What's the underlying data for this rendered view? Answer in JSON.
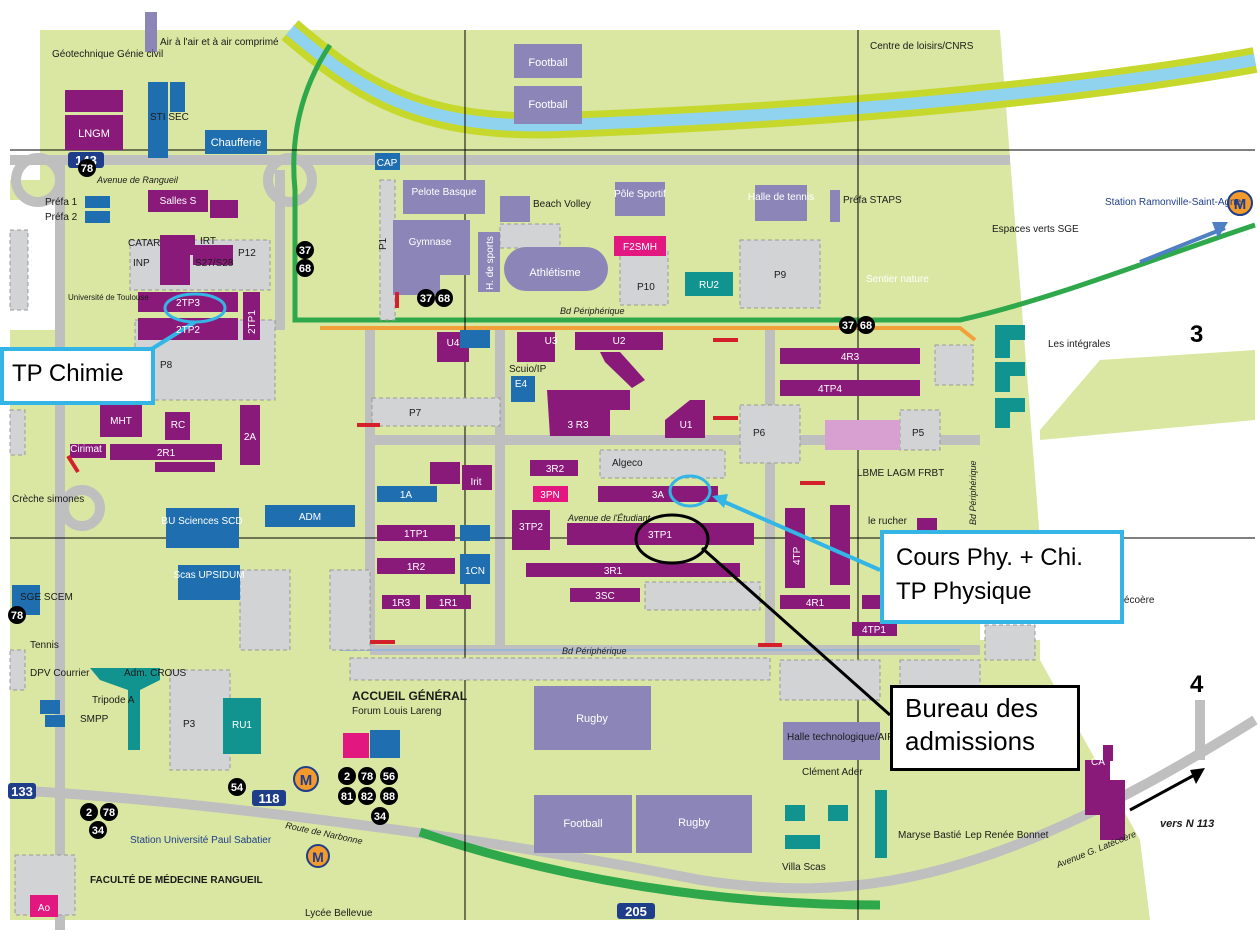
{
  "callouts": {
    "tp_chimie": "TP Chimie",
    "cours_line1": "Cours Phy. + Chi.",
    "cours_line2": "TP Physique",
    "bureau_line1": "Bureau des",
    "bureau_line2": "admissions"
  },
  "grid": {
    "row3": "3",
    "row4": "4"
  },
  "roads": {
    "avenue_rangueil": "Avenue de Rangueil",
    "bd_peripherique_top": "Bd Périphérique",
    "bd_peripherique_bottom": "Bd Périphérique",
    "bd_peripherique_side": "Bd Périphérique",
    "avenue_etudiant": "Avenue de l'Étudiant",
    "route_narbonne": "Route de Narbonne",
    "avenue_latecoere": "Avenue G. Latécoère",
    "vers_n113": "vers N 113",
    "rn_118": "118",
    "rn_205": "205",
    "rn_133": "133",
    "rn_143": "143"
  },
  "buildings": {
    "geotechnique": "Géotechnique Génie civil",
    "air_comprime": "Air à l'air et à air comprimé",
    "football1": "Football",
    "football2": "Football",
    "centre_loisirs": "Centre de loisirs/CNRS",
    "lngm": "LNGM",
    "sti_sec": "STI SEC",
    "chaufferie": "Chaufferie",
    "cap": "CAP",
    "salles_s": "Salles S",
    "prefa1": "Préfa 1",
    "prefa2": "Préfa 2",
    "catar": "CATAR",
    "inp": "INP",
    "irt": "IRT",
    "s27": "S27/S28",
    "p12": "P12",
    "universite": "Université de Toulouse",
    "tp3": "2TP3",
    "tp2": "2TP2",
    "tp1_2": "2TP1",
    "p8": "P8",
    "mht": "MHT",
    "rc": "RC",
    "a2": "2A",
    "r2_1": "2R1",
    "cirimat": "Cirimat",
    "pelote": "Pelote Basque",
    "beach": "Beach Volley",
    "gymnase": "Gymnase",
    "hsports": "H. de sports",
    "athletisme": "Athlétisme",
    "pole": "Pôle Sportif",
    "f2smh": "F2SMH",
    "p10": "P10",
    "ru2": "RU2",
    "halle_tennis": "Halle de tennis",
    "prefa_staps": "Préfa STAPS",
    "p9": "P9",
    "sentier": "Sentier nature",
    "espaces_verts": "Espaces verts SGE",
    "les_integrales": "Les intégrales",
    "station_ramonville": "Station Ramonville-Saint-Agne",
    "p1": "P1",
    "u4": "U4",
    "u3": "U3",
    "u2": "U2",
    "scuio": "Scuio/IP",
    "e4": "E4",
    "r3_3": "3 R3",
    "u1": "U1",
    "p7": "P7",
    "p6": "P6",
    "p5": "P5",
    "r3_4": "4R3",
    "tp4": "4TP4",
    "lbme": "LBME LAGM FRBT",
    "algeco": "Algeco",
    "r2_3": "3R2",
    "pn3": "3PN",
    "a3": "3A",
    "irit": "Irit",
    "a1": "1A",
    "adm": "ADM",
    "bu": "BU Sciences SCD",
    "creche": "Crèche simones",
    "tp1_1": "1TP1",
    "tp2_3": "3TP2",
    "tp1_3": "3TP1",
    "r2_1b": "1R2",
    "cn1": "1CN",
    "r1_3": "3R1",
    "sc3": "3SC",
    "r3_1": "1R3",
    "r1_1": "1R1",
    "scas": "Scas UPSIDUM",
    "sge": "SGE SCEM",
    "tennis": "Tennis",
    "dpv": "DPV Courrier",
    "adm_crous": "Adm. CROUS",
    "tripode": "Tripode A",
    "smpp": "SMPP",
    "p3": "P3",
    "ru1": "RU1",
    "accueil": "ACCUEIL GÉNÉRAL",
    "forum": "Forum Louis Lareng",
    "rugby1": "Rugby",
    "football3": "Football",
    "rugby2": "Rugby",
    "tp1_4": "4TP1",
    "r1_4": "4R1",
    "tp_4v": "4TP",
    "rucher": "le rucher",
    "halle_techno": "Halle technologique/AIP",
    "clement": "Clément Ader",
    "maryse": "Maryse Bastié",
    "lep": "Lep Renée Bonnet",
    "villa": "Villa Scas",
    "ca": "CA",
    "latecoere": "Latécoère",
    "station_ups": "Station Université Paul Sabatier",
    "faculte": "FACULTÉ DE MÉDECINE RANGUEIL",
    "ao": "Ao",
    "lycee": "Lycée Bellevue"
  },
  "bus_stops": {
    "b37": "37",
    "b68": "68",
    "b78": "78",
    "b54": "54",
    "b2": "2",
    "b81": "81",
    "b82": "82",
    "b88": "88",
    "b56": "56",
    "b34": "34"
  },
  "colors": {
    "grass": "#d9e7a2",
    "parking": "#d2d3d5",
    "building_purple": "#8a1a7a",
    "building_blue": "#1f6fb0",
    "sports": "#8c86b8",
    "road_green": "#2ea84a",
    "river_blue": "#8fd3ef",
    "callout_blue": "#33b5e5",
    "magenta": "#e2177f",
    "teal": "#11948f"
  }
}
